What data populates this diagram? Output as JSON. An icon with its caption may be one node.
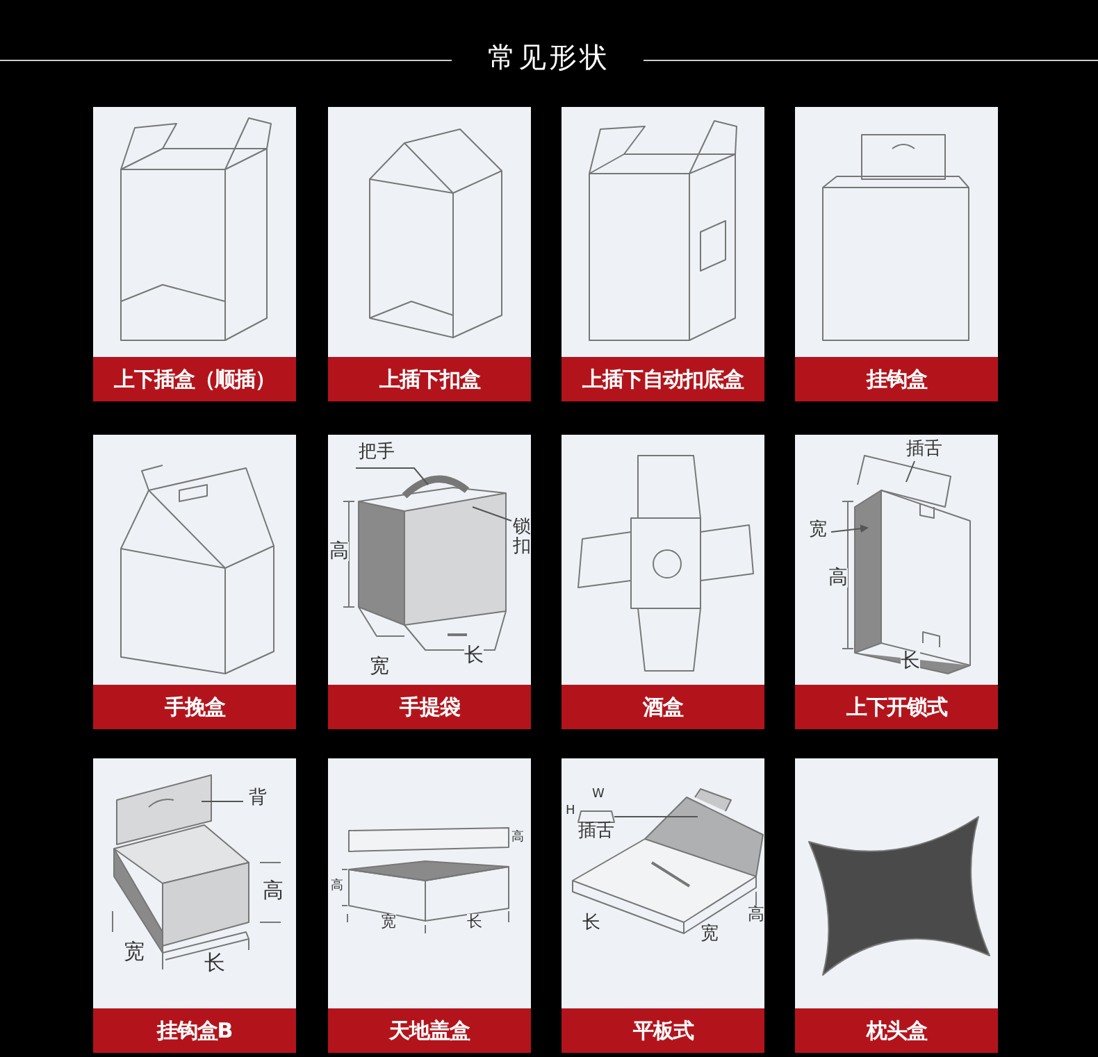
{
  "diagram": {
    "title": "常见形状",
    "nodes": [
      {
        "text": [
          "上下插盒（顺插）"
        ]
      },
      {
        "text": [
          "上插下扣盒"
        ]
      },
      {
        "text": [
          "上插下自动扣底盒"
        ]
      },
      {
        "text": [
          "挂钩盒"
        ]
      },
      {
        "text": [
          "手挽盒"
        ]
      },
      {
        "text": [
          "手提袋"
        ]
      },
      {
        "text": [
          "把手"
        ],
        "in": 5
      },
      {
        "text": [
          "锁扣"
        ],
        "in": 5
      },
      {
        "text": [
          "酒盒"
        ]
      },
      {
        "text": [
          "上下开锁式"
        ]
      },
      {
        "text": [
          "插舌"
        ],
        "in": 9
      },
      {
        "text": [
          "宽"
        ],
        "in": 9
      },
      {
        "text": [
          "挂钩盒B"
        ]
      },
      {
        "text": [
          "背"
        ],
        "in": 12
      },
      {
        "text": [
          "天地盖盒"
        ]
      },
      {
        "text": [
          "平板式"
        ]
      },
      {
        "text": [
          "插舌"
        ],
        "in": 15
      },
      {
        "text": [
          "枕头盒"
        ]
      }
    ],
    "edges": [
      {
        "from": 6,
        "to": null,
        "arrow": "none"
      },
      {
        "from": 7,
        "to": null,
        "arrow": "none"
      },
      {
        "from": 10,
        "to": null,
        "arrow": "none"
      },
      {
        "from": 11,
        "to": null,
        "arrow": "to"
      },
      {
        "from": 13,
        "to": null,
        "arrow": "none"
      },
      {
        "from": 16,
        "to": null,
        "arrow": "none"
      }
    ],
    "labels": [
      "高",
      "宽",
      "长",
      "高",
      "长",
      "高",
      "宽",
      "长",
      "高",
      "高",
      "宽",
      "长",
      "W",
      "H",
      "长",
      "宽",
      "高"
    ]
  }
}
